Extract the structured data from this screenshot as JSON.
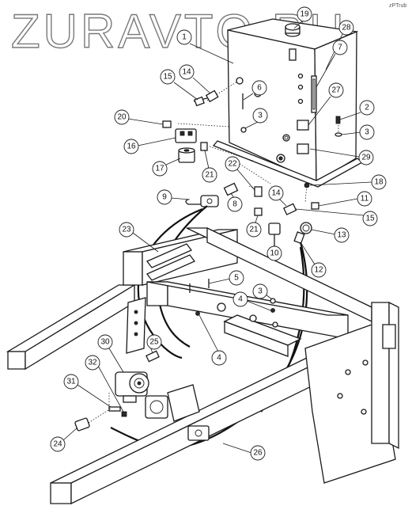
{
  "watermark": "ZURAVTO.RU",
  "corner_tag": "zPTrub",
  "callouts": [
    {
      "id": "c19",
      "label": "19"
    },
    {
      "id": "c28",
      "label": "28"
    },
    {
      "id": "c1",
      "label": "1"
    },
    {
      "id": "c7",
      "label": "7"
    },
    {
      "id": "c15a",
      "label": "15"
    },
    {
      "id": "c14a",
      "label": "14"
    },
    {
      "id": "c6",
      "label": "6"
    },
    {
      "id": "c27",
      "label": "27"
    },
    {
      "id": "c2",
      "label": "2"
    },
    {
      "id": "c20",
      "label": "20"
    },
    {
      "id": "c3a",
      "label": "3"
    },
    {
      "id": "c3b",
      "label": "3"
    },
    {
      "id": "c16",
      "label": "16"
    },
    {
      "id": "c29",
      "label": "29"
    },
    {
      "id": "c17",
      "label": "17"
    },
    {
      "id": "c21a",
      "label": "21"
    },
    {
      "id": "c22",
      "label": "22"
    },
    {
      "id": "c18",
      "label": "18"
    },
    {
      "id": "c9",
      "label": "9"
    },
    {
      "id": "c8",
      "label": "8"
    },
    {
      "id": "c14b",
      "label": "14"
    },
    {
      "id": "c11",
      "label": "11"
    },
    {
      "id": "c21b",
      "label": "21"
    },
    {
      "id": "c15b",
      "label": "15"
    },
    {
      "id": "c23",
      "label": "23"
    },
    {
      "id": "c13",
      "label": "13"
    },
    {
      "id": "c10",
      "label": "10"
    },
    {
      "id": "c12",
      "label": "12"
    },
    {
      "id": "c5",
      "label": "5"
    },
    {
      "id": "c3c",
      "label": "3"
    },
    {
      "id": "c4a",
      "label": "4"
    },
    {
      "id": "c30",
      "label": "30"
    },
    {
      "id": "c25",
      "label": "25"
    },
    {
      "id": "c4b",
      "label": "4"
    },
    {
      "id": "c32",
      "label": "32"
    },
    {
      "id": "c31",
      "label": "31"
    },
    {
      "id": "c24",
      "label": "24"
    },
    {
      "id": "c26",
      "label": "26"
    }
  ]
}
